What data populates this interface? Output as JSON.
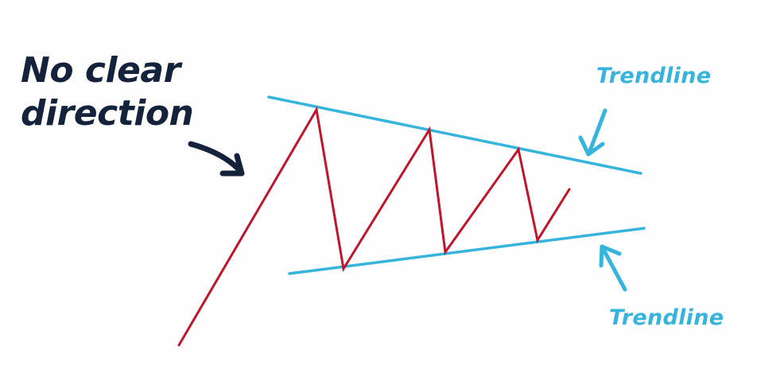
{
  "annotation": {
    "line1": "No clear",
    "line2": "direction"
  },
  "trendline_labels": {
    "upper": "Trendline",
    "lower": "Trendline"
  },
  "colors": {
    "price_line": "#c0162b",
    "trendline": "#36b4dc",
    "annotation_text": "#14233b",
    "background": "#fefefe"
  }
}
